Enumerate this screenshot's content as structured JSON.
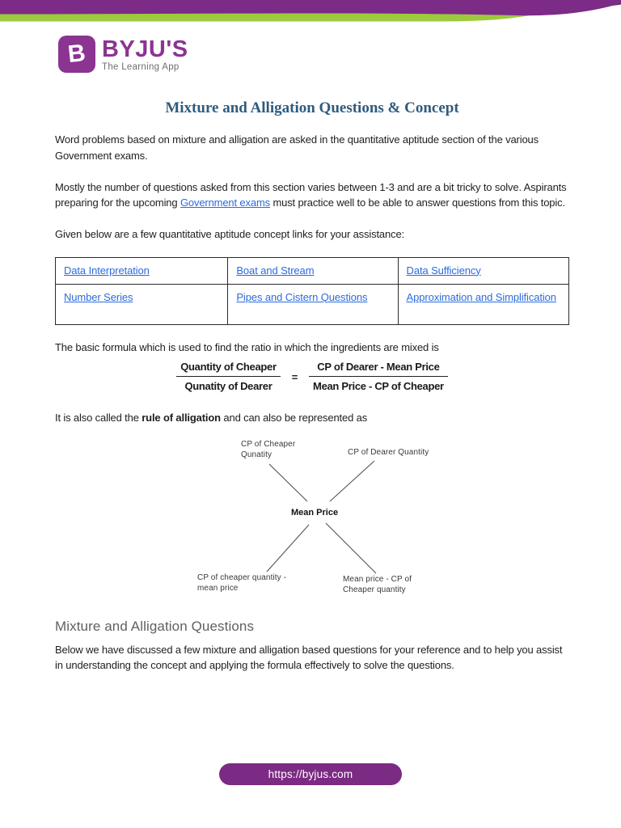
{
  "colors": {
    "header_purple": "#7c2b87",
    "header_dark_purple": "#5e2065",
    "header_green": "#9dca3c",
    "logo_purple": "#8b3492",
    "title_blue": "#2f5b7e",
    "link_blue": "#2b6bdd",
    "footer_purple": "#7c2b84"
  },
  "logo": {
    "badge_letter": "B",
    "name": "BYJU'S",
    "tagline": "The Learning App"
  },
  "title": "Mixture and Alligation Questions & Concept",
  "paragraphs": {
    "p1": "Word problems based on mixture and alligation are asked in the quantitative aptitude section of the various Government exams.",
    "p2_before": "Mostly the number of questions asked from this section varies between 1-3 and are a bit tricky to solve. Aspirants preparing for the upcoming ",
    "p2_link": "Government exams",
    "p2_after": " must practice well to be able to answer questions from this topic.",
    "p3": "Given below are a few quantitative aptitude concept links for your assistance:",
    "p4": "The basic formula which is used to find the ratio in which the ingredients are mixed is",
    "p5_before": "It is also called the ",
    "p5_bold": "rule of alligation",
    "p5_after": " and can also be represented as",
    "p6": "Below we have discussed a few mixture and alligation based questions for your reference and to help you assist in understanding the concept and applying the formula effectively to solve the questions."
  },
  "links_table": {
    "rows": [
      [
        "Data Interpretation",
        "Boat and Stream",
        "Data Sufficiency"
      ],
      [
        "Number Series",
        "Pipes and Cistern Questions",
        "Approximation and Simplification"
      ]
    ]
  },
  "formula": {
    "left_numerator": "Quantity of Cheaper",
    "left_denominator": "Qunatity of Dearer",
    "equals": "=",
    "right_numerator": "CP of Dearer - Mean Price",
    "right_denominator": "Mean Price - CP of Cheaper"
  },
  "diagram": {
    "top_left_line1": "CP of Cheaper",
    "top_left_line2": "Qunatity",
    "top_right": "CP of Dearer Quantity",
    "center": "Mean Price",
    "bottom_left_line1": "CP of cheaper quantity -",
    "bottom_left_line2": "mean price",
    "bottom_right_line1": "Mean price - CP of",
    "bottom_right_line2": "Cheaper quantity"
  },
  "section_heading": "Mixture and Alligation Questions",
  "footer": {
    "url": "https://byjus.com"
  }
}
